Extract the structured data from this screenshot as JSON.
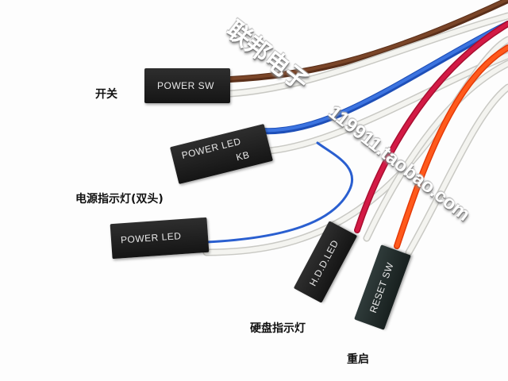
{
  "labels": {
    "power_switch": "开关",
    "power_led_dual": "电源指示灯(双头)",
    "hdd_led": "硬盘指示灯",
    "reset": "重启"
  },
  "connectors": {
    "power_sw": "POWER SW",
    "power_led_kb_line1": "POWER LED",
    "power_led_kb_line2": "KB",
    "power_led": "POWER LED",
    "hdd_led": "H.D.D.LED",
    "reset_sw": "RESET SW"
  },
  "watermark": {
    "brand": "联邦电子",
    "url": "119911.taobao.com"
  },
  "colors": {
    "brown": "#6b3a22",
    "blue": "#2a5fd0",
    "red": "#c8143c",
    "orange": "#ff4a10",
    "white": "#f2f2ee"
  }
}
